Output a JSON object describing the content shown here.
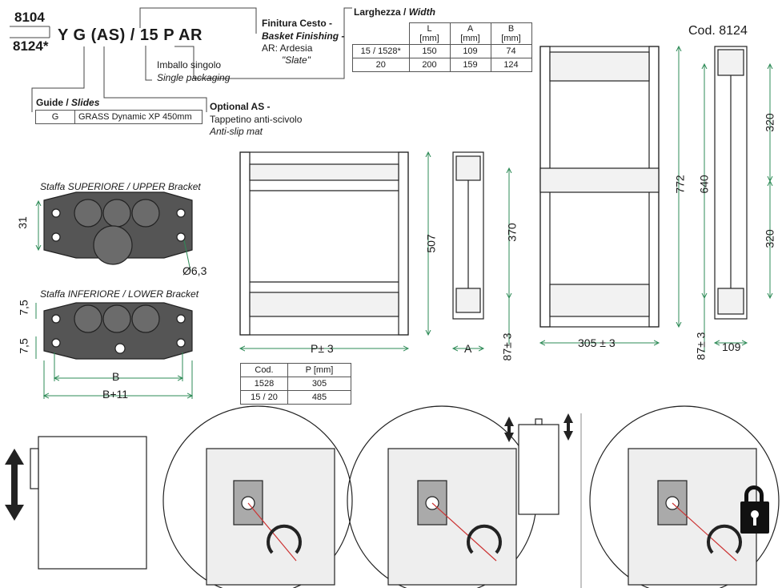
{
  "product_code": {
    "line1": "8104",
    "line2": "8124*",
    "suffix": "Y G (AS) / 15 P AR"
  },
  "finish": {
    "title_it": "Finitura Cesto -",
    "title_en": "Basket Finishing -",
    "value_it": "AR: Ardesia",
    "value_en": "\"Slate\""
  },
  "packaging": {
    "it": "Imballo singolo",
    "en": "Single packaging"
  },
  "slides": {
    "title_it": "Guide / ",
    "title_en": "Slides",
    "row": {
      "code": "G",
      "desc": "GRASS Dynamic XP 450mm"
    }
  },
  "optional": {
    "title": "Optional AS -",
    "it": "Tappetino anti-scivolo",
    "en": "Anti-slip mat"
  },
  "width_table": {
    "title_it": "Larghezza / ",
    "title_en": "Width",
    "headers": [
      "L",
      "A",
      "B"
    ],
    "units": [
      "[mm]",
      "[mm]",
      "[mm]"
    ],
    "rows": [
      {
        "code": "15 / 1528*",
        "L": "150",
        "A": "109",
        "B": "74"
      },
      {
        "code": "20",
        "L": "200",
        "A": "159",
        "B": "124"
      }
    ]
  },
  "cod_label": "Cod. 8124",
  "brackets": {
    "upper_title": "Staffa SUPERIORE / UPPER Bracket",
    "lower_title": "Staffa INFERIORE / LOWER Bracket",
    "dim_31": "31",
    "dim_hole": "Ø6,3",
    "dim_75a": "7,5",
    "dim_75b": "7,5",
    "dim_B": "B",
    "dim_B11": "B+11"
  },
  "front_view": {
    "dim_height": "507",
    "dim_depth": "P± 3"
  },
  "side_view": {
    "dim_height": "370",
    "dim_A": "A",
    "dim_87": "87± 3"
  },
  "depth_table": {
    "headers": [
      "Cod.",
      "P [mm]"
    ],
    "rows": [
      [
        "1528",
        "305"
      ],
      [
        "15 / 20",
        "485"
      ]
    ]
  },
  "tall_front": {
    "dim_772": "772",
    "dim_305": "305 ± 3"
  },
  "tall_side": {
    "dim_640": "640",
    "dim_320a": "320",
    "dim_320b": "320",
    "dim_87": "87± 3",
    "dim_109": "109"
  }
}
